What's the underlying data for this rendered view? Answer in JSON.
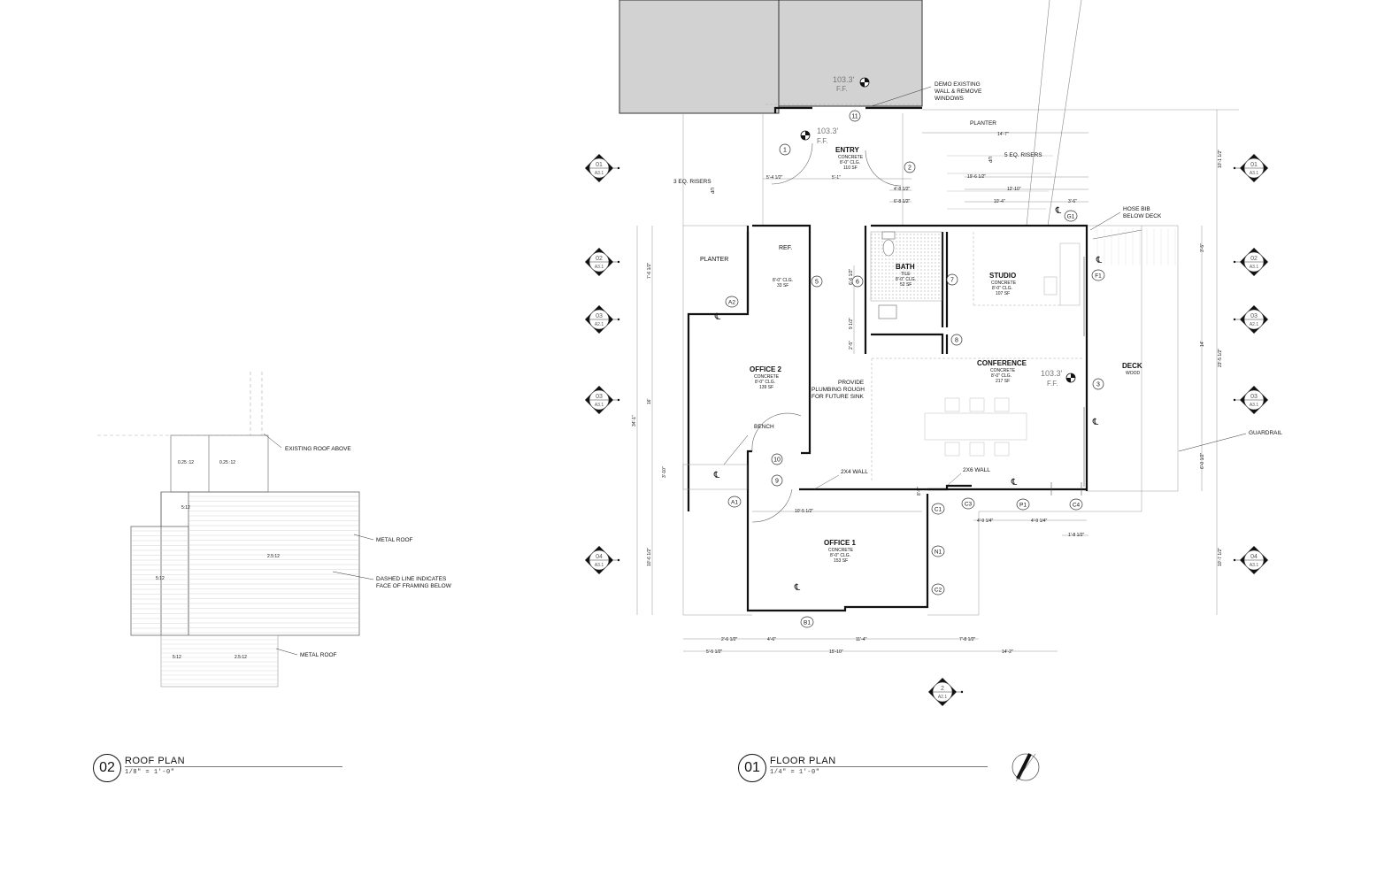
{
  "roof_plan": {
    "title_number": "02",
    "title": "ROOF PLAN",
    "scale": "1/8\" = 1'-0\"",
    "notes": {
      "existing_roof": "EXISTING ROOF ABOVE",
      "metal_roof_1": "METAL ROOF",
      "dashed_line_1": "DASHED LINE INDICATES",
      "dashed_line_2": "FACE OF FRAMING BELOW",
      "metal_roof_2": "METAL ROOF"
    },
    "slopes": {
      "s1": "0.25 :12",
      "s2": "0.25 :12",
      "s3": "5:12",
      "s4": "2.5:12",
      "s5": "5:12",
      "s6": "5:12",
      "s7": "2.5:12"
    }
  },
  "floor_plan": {
    "title_number": "01",
    "title": "FLOOR PLAN",
    "scale": "1/4\" = 1'-0\"",
    "rooms": {
      "entry": {
        "name": "ENTRY",
        "finish": "CONCRETE",
        "clg": "8'-0\" CLG.",
        "area": "110 SF"
      },
      "ref": {
        "name": "REF.",
        "clg": "8'-0\" CLG.",
        "area": "33 SF"
      },
      "planter_left": {
        "name": "PLANTER"
      },
      "bath": {
        "name": "BATH",
        "finish": "TILE",
        "clg": "8'-0\" CLG.",
        "area": "52 SF"
      },
      "studio": {
        "name": "STUDIO",
        "finish": "CONCRETE",
        "clg": "8'-0\" CLG.",
        "area": "107 SF"
      },
      "office2": {
        "name": "OFFICE 2",
        "finish": "CONCRETE",
        "clg": "8'-0\" CLG.",
        "area": "139 SF"
      },
      "conference": {
        "name": "CONFERENCE",
        "finish": "CONCRETE",
        "clg": "8'-0\" CLG.",
        "area": "217 SF"
      },
      "deck": {
        "name": "DECK",
        "finish": "WOOD"
      },
      "office1": {
        "name": "OFFICE 1",
        "finish": "CONCRETE",
        "clg": "8'-0\" CLG.",
        "area": "153 SF"
      }
    },
    "notes": {
      "demo_1": "DEMO EXISTING",
      "demo_2": "WALL & REMOVE",
      "demo_3": "WINDOWS",
      "planter_top": "PLANTER",
      "hose_1": "HOSE BIB",
      "hose_2": "BELOW DECK",
      "risers_3": "3 EQ. RISERS",
      "risers_5": "5 EQ. RISERS",
      "up": "UP",
      "plumbing_1": "PROVIDE",
      "plumbing_2": "PLUMBING ROUGH",
      "plumbing_3": "FOR FUTURE SINK",
      "bench": "BENCH",
      "wall_2x4": "2X4 WALL",
      "wall_2x6": "2X6 WALL",
      "guardrail": "GUARDRAIL"
    },
    "elevations": {
      "e1_value": "103.3'",
      "e1_label": "F.F.",
      "e2_value": "103.3'",
      "e2_label": "F.F.",
      "e3_value": "103.3'",
      "e3_label": "F.F."
    },
    "door_tags": [
      "1",
      "2",
      "3",
      "5",
      "6",
      "7",
      "8",
      "9",
      "10",
      "11"
    ],
    "equipment_tags": [
      "A1",
      "A2",
      "B1",
      "C1",
      "C2",
      "C3",
      "C4",
      "F1",
      "G1",
      "N1",
      "P1"
    ],
    "centerline_symbol": "℄",
    "section_markers": {
      "left": [
        {
          "num": "01",
          "sheet": "A3.1"
        },
        {
          "num": "02",
          "sheet": "A3.1"
        },
        {
          "num": "03",
          "sheet": "A2.1"
        },
        {
          "num": "03",
          "sheet": "A3.1"
        },
        {
          "num": "04",
          "sheet": "A3.1"
        }
      ],
      "right": [
        {
          "num": "01",
          "sheet": "A3.1"
        },
        {
          "num": "02",
          "sheet": "A3.1"
        },
        {
          "num": "03",
          "sheet": "A2.1"
        },
        {
          "num": "03",
          "sheet": "A3.1"
        },
        {
          "num": "04",
          "sheet": "A3.1"
        }
      ],
      "bottom": {
        "num": "2",
        "sheet": "A2.1"
      }
    },
    "dimensions": {
      "d_top1": "14'-7\"",
      "d_5_4": "5'-4 1/2\"",
      "d_5_1": "5'-1\"",
      "d_4_8": "4'-8 1/2\"",
      "d_6_8": "6'-8 1/2\"",
      "d_19_6": "19'-6 1/2\"",
      "d_12_10": "12'-10\"",
      "d_10_4": "10'-4\"",
      "d_3_6": "3'-6\"",
      "d_left_7_6": "7'-6 1/2\"",
      "d_left_16": "16'",
      "d_left_34": "34'-1\"",
      "d_left_3_10": "3'-10\"",
      "d_left_10_6": "10'-6 1/2\"",
      "d_bath_6": "6'-6 1/2\"",
      "d_bath_9": "9 1/2\"",
      "d_bath_2": "2'-5\"",
      "d_right_10_1": "10'-1 1/2\"",
      "d_right_3_5": "3'-5\"",
      "d_right_14": "14'",
      "d_right_23_5": "23'-5 1/2\"",
      "d_right_6_0": "6'-0 1/2\"",
      "d_right_10_7": "10'-7 1/2\"",
      "d_10_5": "10'-5 1/2\"",
      "d_4_9a": "4'-9 1/4\"",
      "d_4_9b": "4'-9 1/4\"",
      "d_1_8": "1'-8 1/2\"",
      "d_8_5": "8'-5\"",
      "d_b_2_6": "2'-6 1/2\"",
      "d_b_4_6": "4'-6\"",
      "d_b_11_4": "11'-4\"",
      "d_b_7_8": "7'-8 1/2\"",
      "d_b_5_5": "5'-5 1/2\"",
      "d_b_15_10": "15'-10\"",
      "d_b_14_2": "14'-2\""
    }
  }
}
